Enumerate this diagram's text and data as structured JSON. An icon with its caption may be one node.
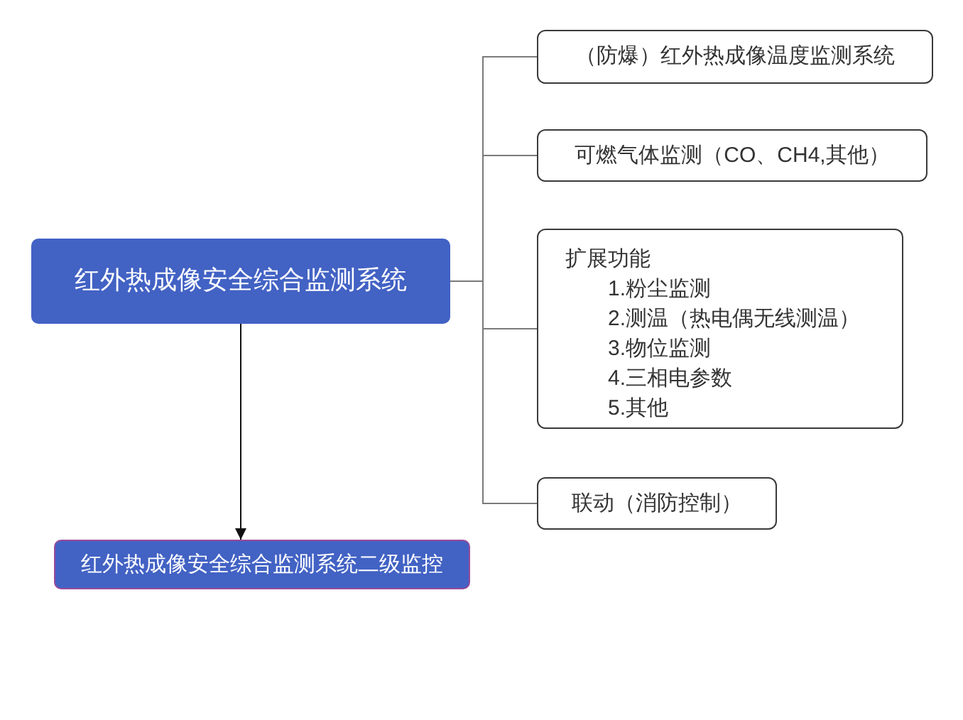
{
  "diagram": {
    "nodes": [
      {
        "text": [
          "红外热成像安全综合监测系统"
        ]
      },
      {
        "text": [
          "（防爆）红外热成像温度监测系统"
        ]
      },
      {
        "text": [
          "可燃气体监测（CO、CH4,其他）"
        ]
      },
      {
        "text": [
          "扩展功能",
          "1.粉尘监测",
          "2.测温（热电偶无线测温）",
          "3.物位监测",
          "4.三相电参数",
          "5.其他"
        ]
      },
      {
        "text": [
          "联动（消防控制）"
        ]
      },
      {
        "text": [
          "红外热成像安全综合监测系统二级监控"
        ]
      }
    ],
    "edges": [
      {
        "from": 0,
        "to": 1,
        "arrow": "none"
      },
      {
        "from": 0,
        "to": 2,
        "arrow": "none"
      },
      {
        "from": 0,
        "to": 3,
        "arrow": "none"
      },
      {
        "from": 0,
        "to": 4,
        "arrow": "none"
      },
      {
        "from": 0,
        "to": 5,
        "arrow": "to",
        "color": "#111111"
      }
    ]
  }
}
